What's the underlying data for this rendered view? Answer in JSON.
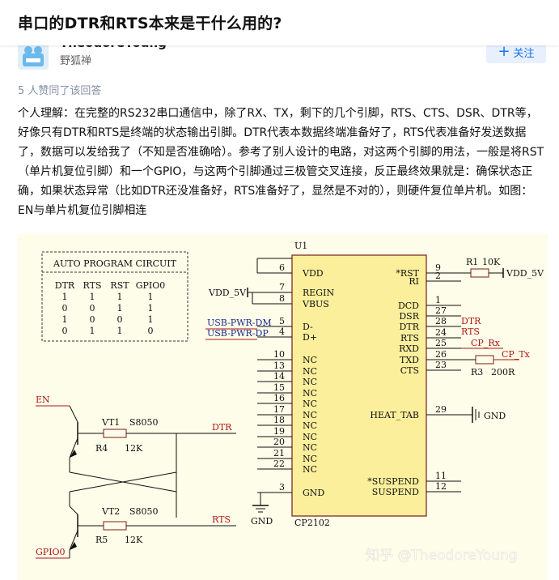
{
  "question": {
    "title": "串口的DTR和RTS本来是干什么用的?"
  },
  "author": {
    "name": "TheodoreYoung",
    "bio": "野狐禅",
    "follow_label": "关注"
  },
  "answer": {
    "voters": "5 人赞同了该回答",
    "paragraph": "个人理解：在完整的RS232串口通信中，除了RX、TX，剩下的几个引脚，RTS、CTS、DSR、DTR等，好像只有DTR和RTS是终端的状态输出引脚。DTR代表本数据终端准备好了，RTS代表准备好发送数据了，数据可以发给我了（不知是否准确哈）。参考了别人设计的电路，对这两个引脚的用法，一般是将RST（单片机复位引脚）和一个GPIO，与这两个引脚通过三极管交叉连接，反正最终效果就是：确保状态正确，如果状态异常（比如DTR还没准备好，RTS准备好了，显然是不对的），则硬件复位单片机。如图：EN与单片机复位引脚相连"
  },
  "figure": {
    "watermark": "知乎 @TheodoreYoung",
    "table": {
      "title": "AUTO PROGRAM CIRCUIT",
      "headers": [
        "DTR",
        "RTS",
        "RST",
        "GPIO0"
      ],
      "rows": [
        [
          "1",
          "1",
          "1",
          "1"
        ],
        [
          "0",
          "0",
          "1",
          "1"
        ],
        [
          "1",
          "0",
          "0",
          "1"
        ],
        [
          "0",
          "1",
          "1",
          "0"
        ]
      ]
    },
    "chip": {
      "ref": "U1",
      "part": "CP2102",
      "left_pins": [
        {
          "num": "6",
          "name": "VDD"
        },
        {
          "num": "7",
          "name": "REGIN"
        },
        {
          "num": "8",
          "name": "VBUS"
        },
        {
          "num": "5",
          "name": "D-"
        },
        {
          "num": "4",
          "name": "D+"
        },
        {
          "num": "10",
          "name": "NC"
        },
        {
          "num": "13",
          "name": "NC"
        },
        {
          "num": "14",
          "name": "NC"
        },
        {
          "num": "15",
          "name": "NC"
        },
        {
          "num": "16",
          "name": "NC"
        },
        {
          "num": "17",
          "name": "NC"
        },
        {
          "num": "18",
          "name": "NC"
        },
        {
          "num": "19",
          "name": "NC"
        },
        {
          "num": "20",
          "name": "NC"
        },
        {
          "num": "21",
          "name": "NC"
        },
        {
          "num": "22",
          "name": "NC"
        },
        {
          "num": "3",
          "name": "GND"
        }
      ],
      "right_pins": [
        {
          "num": "9",
          "name": "*RST"
        },
        {
          "num": "2",
          "name": "RI"
        },
        {
          "num": "1",
          "name": "DCD"
        },
        {
          "num": "27",
          "name": "DSR"
        },
        {
          "num": "28",
          "name": "DTR"
        },
        {
          "num": "24",
          "name": "RTS"
        },
        {
          "num": "25",
          "name": "RXD"
        },
        {
          "num": "26",
          "name": "TXD"
        },
        {
          "num": "23",
          "name": "CTS"
        },
        {
          "num": "29",
          "name": "HEAT_TAB"
        },
        {
          "num": "11",
          "name": "*SUSPEND"
        },
        {
          "num": "12",
          "name": "SUSPEND"
        }
      ]
    },
    "nets": {
      "vdd_left": "VDD_5V",
      "vdd_right": "VDD_5V",
      "usb_dm": "USB-PWR-DM",
      "usb_dp": "USB-PWR-DP",
      "dtr": "DTR",
      "rts": "RTS",
      "cp_rx": "CP_Rx",
      "cp_tx": "CP_Tx",
      "gnd_tab": "GND",
      "gnd_bottom": "GND",
      "en": "EN",
      "gpio0": "GPIO0"
    },
    "parts": {
      "r1": "R1",
      "r1_val": "10K",
      "r3": "R3",
      "r3_val": "200R",
      "vt1": "VT1",
      "vt1_type": "S8050",
      "r4": "R4",
      "r4_val": "12K",
      "vt2": "VT2",
      "vt2_type": "S8050",
      "r5": "R5",
      "r5_val": "12K"
    }
  }
}
